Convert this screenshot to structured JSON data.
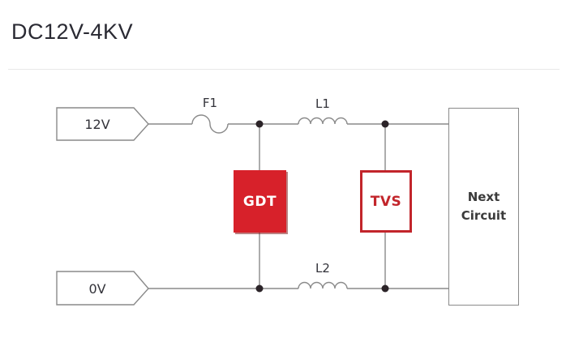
{
  "title": "DC12V-4KV",
  "circuit": {
    "input_12v": "12V",
    "input_0v": "0V",
    "fuse_label": "F1",
    "inductor1_label": "L1",
    "inductor2_label": "L2",
    "gdt_label": "GDT",
    "tvs_label": "TVS",
    "next_circuit_label": "Next Circuit"
  },
  "colors": {
    "gdt_fill": "#d7212a",
    "tvs_red": "#c2252b",
    "wire": "#8a8a8a",
    "junction_dot": "#2b2328",
    "title_text": "#2a2a33",
    "label_text": "#33333a",
    "divider": "#e8e8e8"
  }
}
